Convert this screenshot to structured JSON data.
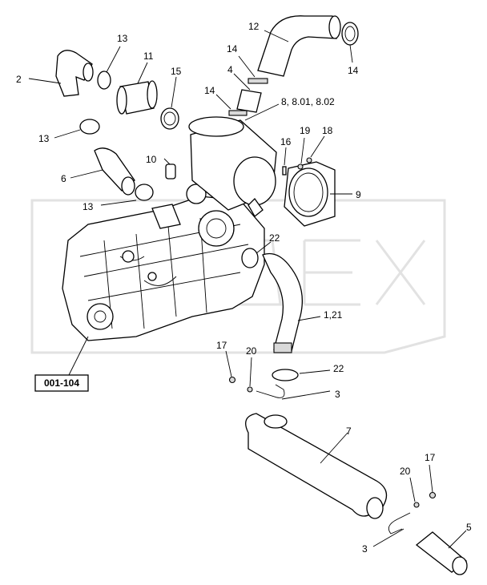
{
  "callouts": {
    "c_12": "12",
    "c_14_top": "14",
    "c_13_top": "13",
    "c_11": "11",
    "c_2": "2",
    "c_14_a": "14",
    "c_4": "4",
    "c_15": "15",
    "c_14_b": "14",
    "c_8": "8, 8.01, 8.02",
    "c_13_mid": "13",
    "c_19": "19",
    "c_18": "18",
    "c_16": "16",
    "c_10": "10",
    "c_6": "6",
    "c_9": "9",
    "c_13_low": "13",
    "c_22_top": "22",
    "c_1_21": "1,21",
    "c_17_top": "17",
    "c_20_top": "20",
    "c_22_low": "22",
    "c_3_top": "3",
    "c_7": "7",
    "c_17_low": "17",
    "c_20_low": "20",
    "c_5": "5",
    "c_3_low": "3"
  },
  "reference_box": "001-104"
}
